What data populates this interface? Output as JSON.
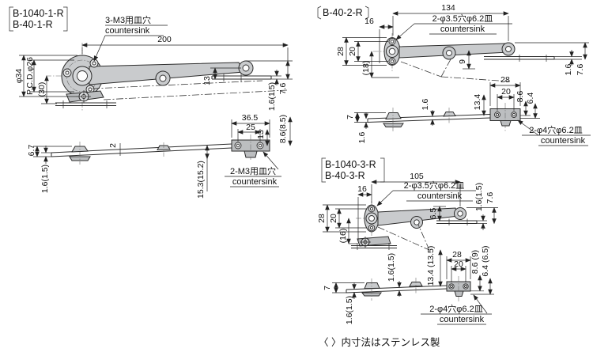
{
  "footnote": "〈 〉内寸法はステンレス製",
  "drawing1": {
    "model_line1": "B-1040-1-R",
    "model_line2": "B-40-1-R",
    "plate_callout_jp": "3-M3用皿穴",
    "plate_callout_en": "countersink",
    "end_callout_jp": "2-M3用皿穴",
    "end_callout_en": "countersink",
    "dims": {
      "arm_length": "200",
      "plate_dia": "φ34",
      "pcd": "P.C.D.φ26",
      "open_offset": "(30)",
      "end_height": "13",
      "bar_thickness_right": "1.6(1.5)",
      "end_total_height": "7.6",
      "end_plate_width": "36.5",
      "end_hole_pitch": "25",
      "end_plate_height": "13",
      "end_offset": "8.6(8.5)",
      "flat_height": "6.7",
      "mid_thickness": "2",
      "bar_thickness_left": "1.6(1.5)",
      "flat_offset": "15.3(15.2)"
    }
  },
  "drawing2": {
    "model": "B-40-2-R",
    "plate_callout_jp": "2-φ3.5穴φ6.2皿",
    "plate_callout_en": "countersink",
    "end_callout_jp": "2-φ4穴φ6.2皿",
    "end_callout_en": "countersink",
    "dims": {
      "arm_length": "134",
      "hole_offset": "16",
      "plate_height": "28",
      "hole_pitch": "20",
      "open_offset": "(18)",
      "mid_height": "9",
      "bar_thickness_right": "1.6",
      "end_total_height": "7.6",
      "flat_height": "7",
      "bar_thickness_left": "1.6",
      "bar_thickness_mid": "1.6",
      "link_height": "13.4",
      "end_plate_width": "28",
      "end_hole_pitch": "20",
      "end_offset1": "8.6",
      "end_offset2": "6.4"
    }
  },
  "drawing3": {
    "model_line1": "B-1040-3-R",
    "model_line2": "B-40-3-R",
    "plate_callout_jp": "2-φ3.5穴φ6.2皿",
    "plate_callout_en": "countersink",
    "end_callout_jp": "2-φ4穴φ6.2皿",
    "end_callout_en": "countersink",
    "dims": {
      "arm_length": "105",
      "hole_offset": "16",
      "plate_height": "28",
      "hole_pitch": "20",
      "open_offset": "(16)",
      "mid_height": "6.5",
      "bar_thickness_right": "1.6(1.5)",
      "end_total_height": "7.6",
      "flat_height": "7",
      "bar_thickness_left": "1.6(1.5)",
      "bar_thickness_mid": "1.6(1.5)",
      "link_height": "13.4 (13.5)",
      "end_plate_width": "28",
      "end_hole_pitch": "20",
      "end_offset1": "8.6 (9)",
      "end_offset2": "6.4 (6.5)"
    }
  }
}
